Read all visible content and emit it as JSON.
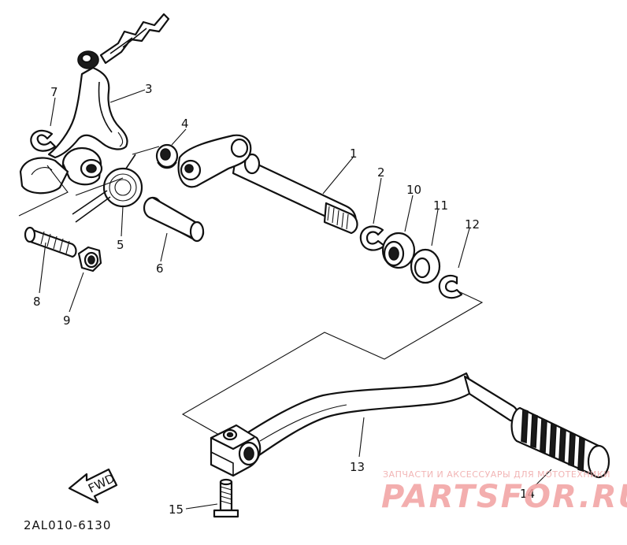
{
  "diagram": {
    "part_labels": [
      {
        "id": "1",
        "text": "1"
      },
      {
        "id": "2",
        "text": "2"
      },
      {
        "id": "3",
        "text": "3"
      },
      {
        "id": "4",
        "text": "4"
      },
      {
        "id": "5",
        "text": "5"
      },
      {
        "id": "6",
        "text": "6"
      },
      {
        "id": "7",
        "text": "7"
      },
      {
        "id": "8",
        "text": "8"
      },
      {
        "id": "9",
        "text": "9"
      },
      {
        "id": "10",
        "text": "10"
      },
      {
        "id": "11",
        "text": "11"
      },
      {
        "id": "12",
        "text": "12"
      },
      {
        "id": "13",
        "text": "13"
      },
      {
        "id": "14",
        "text": "14"
      },
      {
        "id": "15",
        "text": "15"
      }
    ],
    "fwd_label": "FWD",
    "drawing_code": "2AL010-6130"
  },
  "watermark": {
    "tagline": "ЗАПЧАСТИ И АКСЕССУАРЫ ДЛЯ МОТОТЕХНИКИ",
    "brand": "PARTSFOR.RU",
    "color": "#f2a0a0"
  }
}
